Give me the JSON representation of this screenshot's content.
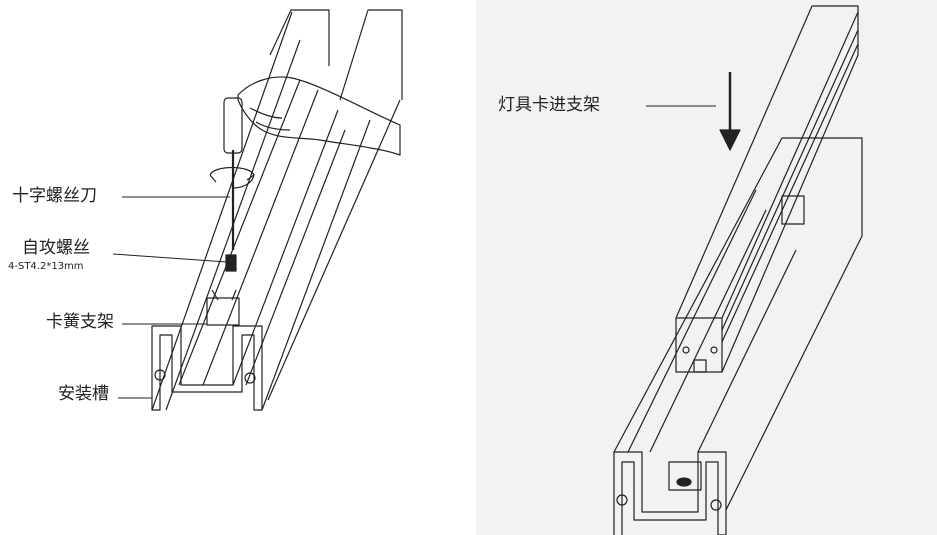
{
  "left_panel": {
    "labels": {
      "screwdriver": "十字螺丝刀",
      "screw": "自攻螺丝",
      "screw_spec": "4-ST4.2*13mm",
      "spring_bracket": "卡簧支架",
      "channel": "安装槽"
    }
  },
  "right_panel": {
    "labels": {
      "insert": "灯具卡进支架"
    }
  }
}
